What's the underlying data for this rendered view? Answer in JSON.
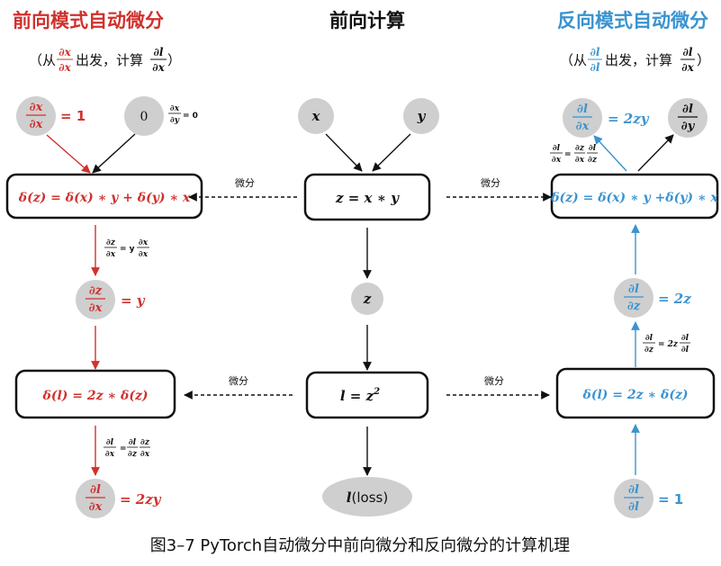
{
  "colors": {
    "forward_red": "#d0312d",
    "reverse_blue": "#3a93d0",
    "node_gray": "#cfcfcf",
    "text_black": "#111111"
  },
  "titles": {
    "forward": "前向模式自动微分",
    "compute": "前向计算",
    "reverse": "反向模式自动微分"
  },
  "subtitles": {
    "forward": {
      "pre": "（从",
      "frac_num": "∂x",
      "frac_den": "∂x",
      "mid": "出发，计算",
      "frac2_num": "∂l",
      "frac2_den": "∂x",
      "post": "）"
    },
    "reverse": {
      "pre": "（从",
      "frac_num": "∂l",
      "frac_den": "∂l",
      "mid": "出发，计算",
      "frac2_num": "∂l",
      "frac2_den": "∂x",
      "post": "）"
    }
  },
  "diff_label": "微分",
  "caption": "图3–7    PyTorch自动微分中前向微分和反向微分的计算机理",
  "forward": {
    "seed_x": {
      "num": "∂x",
      "den": "∂x",
      "value": "= 1"
    },
    "seed_y": {
      "value": "0",
      "ann_num": "∂x",
      "ann_den": "∂y",
      "ann_val": "= 0"
    },
    "box1": "δ(z) = δ(x) ∗ y + δ(y) ∗ x",
    "ann1": {
      "num": "∂z",
      "den": "∂x",
      "eq": "= y",
      "n2": "∂x",
      "d2": "∂x"
    },
    "node_dz": {
      "num": "∂z",
      "den": "∂x",
      "value": "= y"
    },
    "box2": "δ(l) = 2z ∗ δ(z)",
    "ann2": {
      "num": "∂l",
      "den": "∂x",
      "eq": "=",
      "n2": "∂l",
      "d2": "∂z",
      "n3": "∂z",
      "d3": "∂x"
    },
    "node_dl": {
      "num": "∂l",
      "den": "∂x",
      "value": "= 2zy"
    }
  },
  "compute": {
    "x": "x",
    "y": "y",
    "box1": "z = x ∗ y",
    "z": "z",
    "box2_base": "l = z",
    "box2_exp": "2",
    "loss_l": "l",
    "loss_text": "(loss)"
  },
  "reverse": {
    "out_x": {
      "num": "∂l",
      "den": "∂x",
      "value": "= 2zy"
    },
    "out_y": {
      "num": "∂l",
      "den": "∂y"
    },
    "ann0": {
      "num": "∂l",
      "den": "∂x",
      "eq": "=",
      "n2": "∂z",
      "d2": "∂x",
      "n3": "∂l",
      "d3": "∂z"
    },
    "box1": "δ(z) = δ(x) ∗ y +δ(y) ∗ x",
    "node_dz": {
      "num": "∂l",
      "den": "∂z",
      "value": "= 2z"
    },
    "ann1": {
      "num": "∂l",
      "den": "∂z",
      "eq": "= 2z",
      "n2": "∂l",
      "d2": "∂l"
    },
    "box2": "δ(l) = 2z ∗ δ(z)",
    "seed": {
      "num": "∂l",
      "den": "∂l",
      "value": "= 1"
    }
  }
}
